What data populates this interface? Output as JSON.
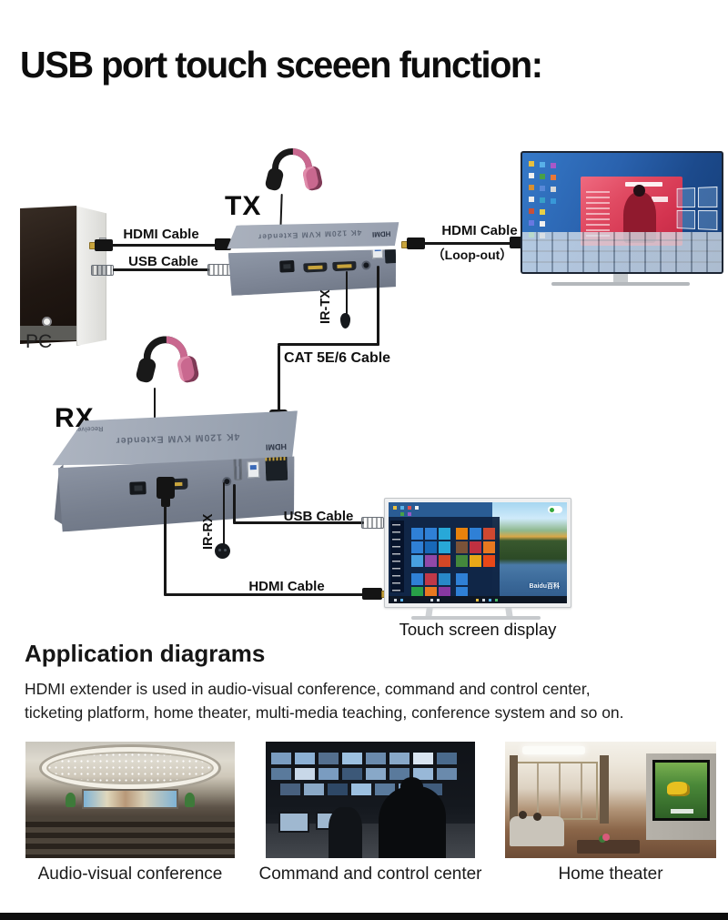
{
  "title": "USB port touch sceeen function:",
  "diagram": {
    "pc_label": "PC",
    "tx_label": "TX",
    "rx_label": "RX",
    "tx_device_text": "4K 120M KVM Extender",
    "rx_device_text": "4K 120M KVM Extender",
    "rx_device_subtext": "Receiver",
    "hdmi_logo": "HDMI",
    "labels": {
      "hdmi_pc_tx": "HDMI Cable",
      "usb_pc_tx": "USB Cable",
      "hdmi_loopout": "HDMI Cable",
      "loopout": "（Loop-out）",
      "ir_tx": "IR-TX",
      "cat_cable": "CAT 5E/6 Cable",
      "ir_rx": "IR-RX",
      "usb_rx_display": "USB Cable",
      "hdmi_rx_display": "HDMI Cable",
      "touch_display": "Touch screen display"
    },
    "display_watermark": "Baidu百科"
  },
  "application": {
    "heading": "Application diagrams",
    "description_line1": "HDMI extender is used in audio-visual conference, command and control center,",
    "description_line2": "ticketing platform, home theater, multi-media teaching, conference system and so on.",
    "photos": [
      {
        "caption": "Audio-visual conference"
      },
      {
        "caption": "Command and control center"
      },
      {
        "caption": "Home theater"
      }
    ]
  },
  "colors": {
    "device_gray": "#99a1b0",
    "headphone_pink": "#c9688f",
    "cable_black": "#171717",
    "bottom_bar": "#0e0e0e"
  }
}
